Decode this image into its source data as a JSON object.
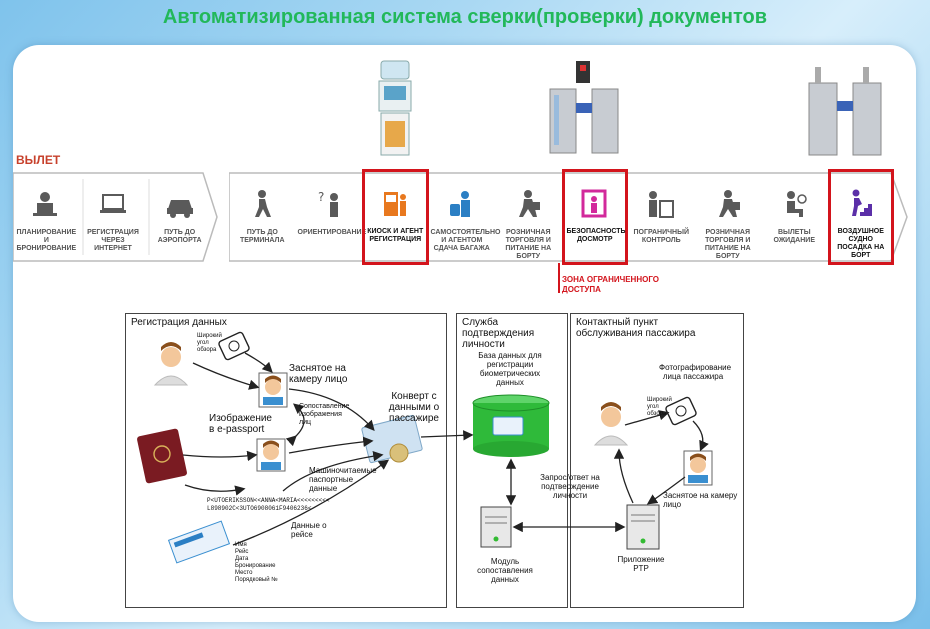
{
  "title": "Автоматизированная система сверки(проверки) документов",
  "departure_label": "ВЫЛЕТ",
  "steps_left": [
    {
      "label": "ПЛАНИРОВАНИЕ И БРОНИРОВАНИЕ",
      "icon": "person-at-desk-icon"
    },
    {
      "label": "РЕГИСТРАЦИЯ ЧЕРЕЗ ИНТЕРНЕТ",
      "icon": "laptop-icon"
    },
    {
      "label": "ПУТЬ ДО АЭРОПОРТА",
      "icon": "car-icon"
    }
  ],
  "steps_right": [
    {
      "label": "ПУТЬ ДО ТЕРМИНАЛА",
      "icon": "walking-person-icon",
      "highlight": false
    },
    {
      "label": "ОРИЕНТИРОВАНИЕ",
      "icon": "question-person-icon",
      "highlight": false
    },
    {
      "label": "КИОСК И АГЕНТ РЕГИСТРАЦИЯ",
      "icon": "kiosk-icon",
      "highlight": true
    },
    {
      "label": "САМОСТОЯТЕЛЬНО И АГЕНТОМ СДАЧА БАГАЖА",
      "icon": "baggage-icon",
      "highlight": false
    },
    {
      "label": "РОЗНИЧНАЯ ТОРГОВЛЯ И ПИТАНИЕ НА БОРТУ",
      "icon": "shopping-icon",
      "highlight": false
    },
    {
      "label": "БЕЗОПАСНОСТЬ ДОСМОТР",
      "icon": "security-gate-icon",
      "highlight": true
    },
    {
      "label": "ПОГРАНИЧНЫЙ КОНТРОЛЬ",
      "icon": "border-control-icon",
      "highlight": false
    },
    {
      "label": "РОЗНИЧНАЯ ТОРГОВЛЯ И ПИТАНИЕ НА БОРТУ",
      "icon": "shopping-icon",
      "highlight": false
    },
    {
      "label": "ВЫЛЕТЫ ОЖИДАНИЕ",
      "icon": "waiting-seat-icon",
      "highlight": false
    },
    {
      "label": "ВОЗДУШНОЕ СУДНО ПОСАДКА НА БОРТ",
      "icon": "boarding-stairs-icon",
      "highlight": true
    }
  ],
  "restricted_zone": "ЗОНА ОГРАНИЧЕННОГО ДОСТУПА",
  "panels": {
    "registration": {
      "title": "Регистрация данных"
    },
    "identity": {
      "title": "Служба подтверждения личности"
    },
    "contact": {
      "title": "Контактный пункт обслуживания пассажира"
    }
  },
  "labels": {
    "wide_angle_1": "Широкий угол обзора",
    "photo_face": "Заснятое на камеру лицо",
    "image_in_passport": "Изображение в e-passport",
    "compare_faces": "Сопоставление изображения лиц",
    "envelope": "Конверт с данными о пассажире",
    "machine_readable": "Машиночитаемые паспортные данные",
    "mrz_line1": "P<UTOERIKSSON<<ANNA<MARIA<<<<<<<<<",
    "mrz_line2": "L898902C<3UTO6908061F9406236<",
    "flight_data": "Данные о рейсе",
    "ticket_fields": [
      "Имя",
      "Рейс",
      "Дата",
      "Бронирование",
      "Место",
      "Порядковый №"
    ],
    "database": "База данных для регистрации биометрических данных",
    "request": "Запрос/ответ на подтверждение личности",
    "matching_module": "Модуль сопоставления данных",
    "wide_angle_2": "Широкий угол обзора",
    "photo_passenger": "Фотографирование лица пассажира",
    "photo_face_2": "Заснятое на камеру лицо",
    "ptp_app": "Приложение PTP"
  },
  "colors": {
    "title": "#22b85a",
    "highlight": "#d3141c",
    "db": "#2fba3a",
    "zone_text": "#d3141c"
  }
}
